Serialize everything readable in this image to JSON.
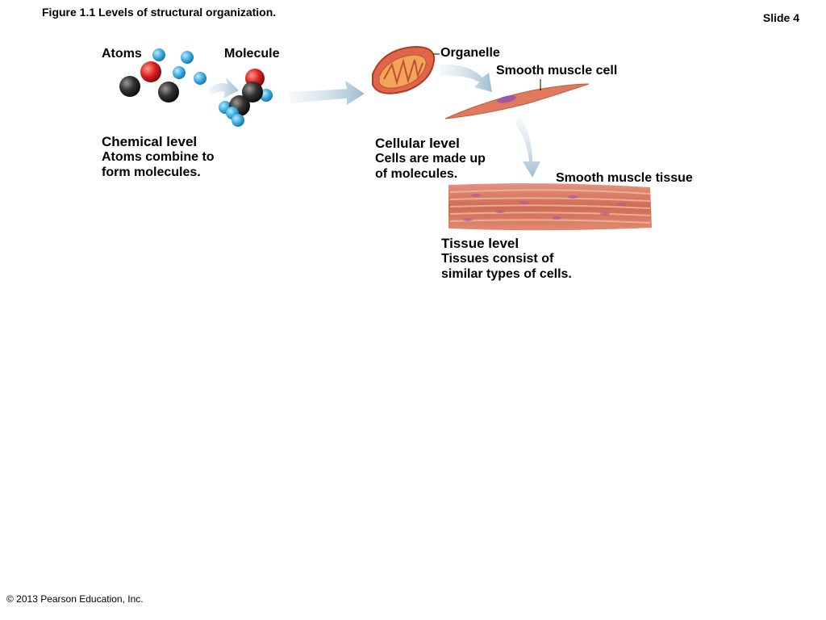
{
  "header": {
    "figure_title": "Figure 1.1  Levels of structural organization.",
    "slide_number": "Slide 4"
  },
  "labels": {
    "atoms": "Atoms",
    "molecule": "Molecule",
    "organelle": "Organelle",
    "smooth_muscle_cell": "Smooth muscle cell",
    "smooth_muscle_tissue": "Smooth muscle tissue"
  },
  "levels": {
    "chemical": {
      "title": "Chemical level",
      "line1": "Atoms combine to",
      "line2": "form molecules."
    },
    "cellular": {
      "title": "Cellular level",
      "line1": "Cells are made up",
      "line2": "of molecules."
    },
    "tissue": {
      "title": "Tissue level",
      "line1": "Tissues consist of",
      "line2": "similar types of cells."
    }
  },
  "footer": {
    "copyright": "© 2013 Pearson Education, Inc."
  },
  "colors": {
    "atom_blue": "#3aaee0",
    "atom_red": "#d81e1e",
    "atom_black": "#2a2a2a",
    "arrow": "#a8c4d6",
    "muscle": "#d8745a"
  }
}
